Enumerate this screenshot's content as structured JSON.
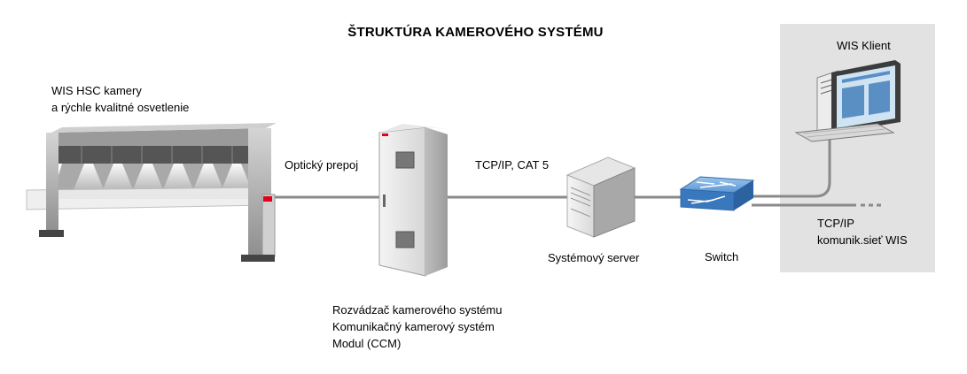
{
  "title": "ŠTRUKTÚRA KAMEROVÉHO SYSTÉMU",
  "camera_label": {
    "line1": "WIS HSC kamery",
    "line2": "a rýchle kvalitné osvetlenie"
  },
  "link_optical": "Optický prepoj",
  "link_tcp": "TCP/IP, CAT 5",
  "cabinet_label": {
    "line1": "Rozvádzač kamerového systému",
    "line2": "Komunikačný kamerový systém",
    "line3": "Modul (CCM)"
  },
  "server_label": "Systémový server",
  "switch_label": "Switch",
  "client_label": "WIS Klient",
  "network_label": {
    "line1": "TCP/IP",
    "line2": "komunik.sieť WIS"
  },
  "colors": {
    "panel": "#e2e2e2",
    "cable": "#8a8a8a",
    "switch": "#4a86c8",
    "brand_red": "#e2001a"
  }
}
